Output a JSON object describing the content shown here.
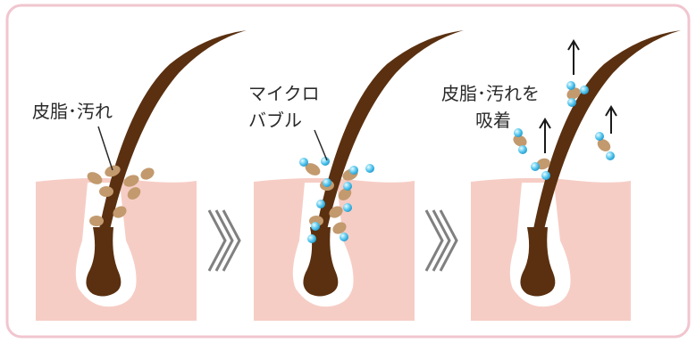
{
  "colors": {
    "frame_border": "#f1c5cf",
    "skin": "#f6cdc5",
    "follicle": "#ffffff",
    "hair": "#5a3010",
    "sebum": "#c29a6e",
    "bubble": "#38b6e3",
    "chevron": "#808080",
    "arrow": "#1a1a1a"
  },
  "panels": [
    {
      "id": "panel-1",
      "labels": [
        "皮脂･汚れ"
      ]
    },
    {
      "id": "panel-2",
      "labels": [
        "マイクロ",
        "バブル"
      ]
    },
    {
      "id": "panel-3",
      "labels": [
        "皮脂･汚れを",
        "吸着"
      ]
    }
  ],
  "icons": {
    "step_separator": "chevron-right-triple-icon",
    "lift": "arrow-up-icon"
  }
}
